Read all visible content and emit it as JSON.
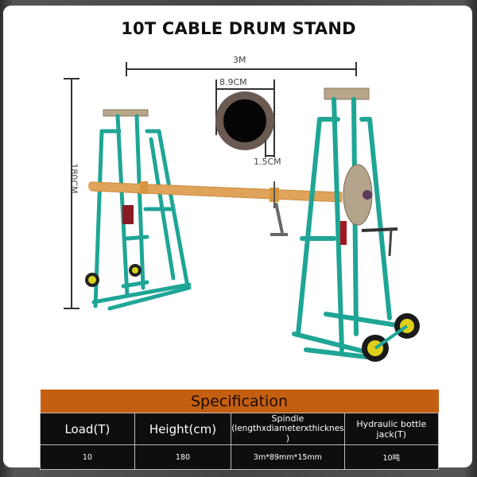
{
  "title": "10T CABLE DRUM STAND",
  "dimensions": {
    "length": "3M",
    "height": "180CM",
    "pipe_diameter": "8.9CM",
    "pipe_thickness": "1.5CM"
  },
  "colors": {
    "frame_green": "#1fa596",
    "spindle_orange": "#e0a35a",
    "header_orange": "#c45f12",
    "table_black": "#0e0e0e",
    "pipe_ring": "#6a5a52"
  },
  "specification": {
    "heading": "Specification",
    "columns": [
      {
        "label": "Load(T)"
      },
      {
        "label": "Height(cm)"
      },
      {
        "label": "Spindle",
        "sublabel": "(lengthxdiameterxthicknes​)"
      },
      {
        "label": "Hydraulic bottle jack(T)"
      }
    ],
    "rows": [
      [
        "10",
        "180",
        "3m*89mm*15mm",
        "10吨"
      ]
    ]
  }
}
